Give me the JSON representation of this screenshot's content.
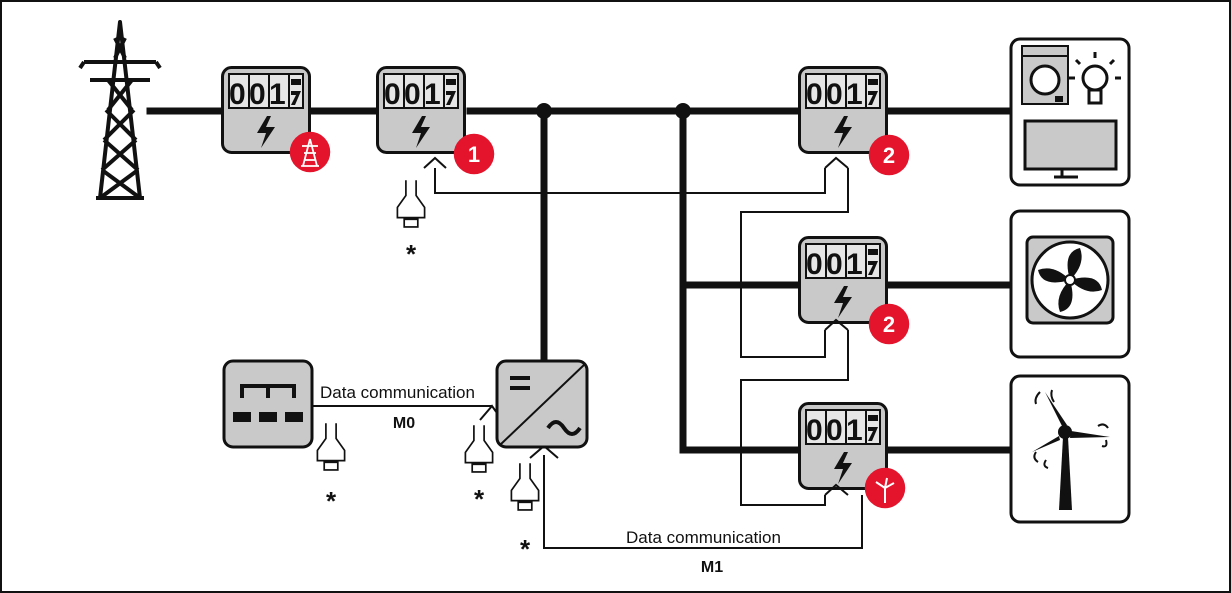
{
  "meter_display": {
    "d1": "0",
    "d2": "0",
    "d3": "1"
  },
  "badges": {
    "meter_primary": "1",
    "meter_load": "2",
    "meter_heatpump": "2"
  },
  "connections": {
    "m0_label": "Data communication",
    "m0_id": "M0",
    "m1_label": "Data communication",
    "m1_id": "M1"
  },
  "terminator_mark": "*",
  "colors": {
    "badge_red": "#e3142b",
    "meter_fill": "#c9c9c9",
    "line": "#111111"
  },
  "icons": {
    "grid": "pylon-icon",
    "load": "appliances-icon",
    "heatpump": "fan-icon",
    "generator": "wind-turbine-icon",
    "inverter": "dc-ac-inverter-icon",
    "datamanager": "network-hub-icon"
  }
}
